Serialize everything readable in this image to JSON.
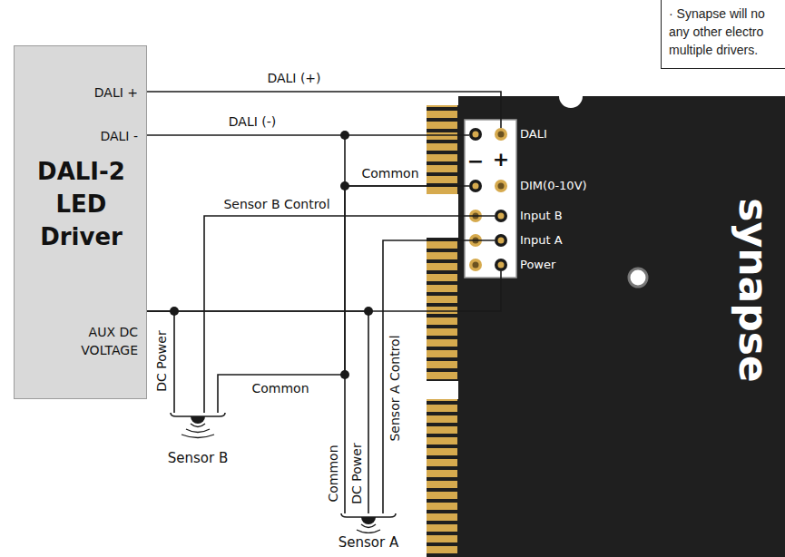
{
  "diagram": {
    "nodes": [
      {
        "text": [
          "· Synapse will no any other electro multiple drivers."
        ]
      },
      {
        "text": [
          "DALI +",
          "DALI -",
          "DALI-2 LED Driver",
          "AUX DC VOLTAGE"
        ]
      },
      {
        "text": [
          "DALI",
          "DIM(0-10V)",
          "Input B",
          "Input A",
          "Power",
          "−",
          "+",
          "synapse"
        ]
      },
      {
        "text": [
          "Sensor B"
        ]
      },
      {
        "text": [
          "Sensor A"
        ]
      }
    ],
    "edges": [
      {
        "from": 1,
        "to": 2,
        "arrow": "none",
        "label": "DALI (+)"
      },
      {
        "from": 1,
        "to": 2,
        "arrow": "none",
        "label": "DALI (-)"
      },
      {
        "from": 1,
        "to": 2,
        "arrow": "none"
      },
      {
        "from": 3,
        "to": 2,
        "arrow": "none",
        "label": "Sensor B Control"
      },
      {
        "from": 3,
        "to": 1,
        "arrow": "none",
        "label": "DC Power"
      },
      {
        "from": 3,
        "to": 2,
        "arrow": "none",
        "label": "Common"
      },
      {
        "from": 4,
        "to": 2,
        "arrow": "none",
        "label": "Sensor A Control"
      },
      {
        "from": 4,
        "to": 1,
        "arrow": "none",
        "label": "DC Power"
      },
      {
        "from": 4,
        "to": 2,
        "arrow": "none",
        "label": "Common"
      }
    ],
    "labels": [
      "Common"
    ]
  }
}
